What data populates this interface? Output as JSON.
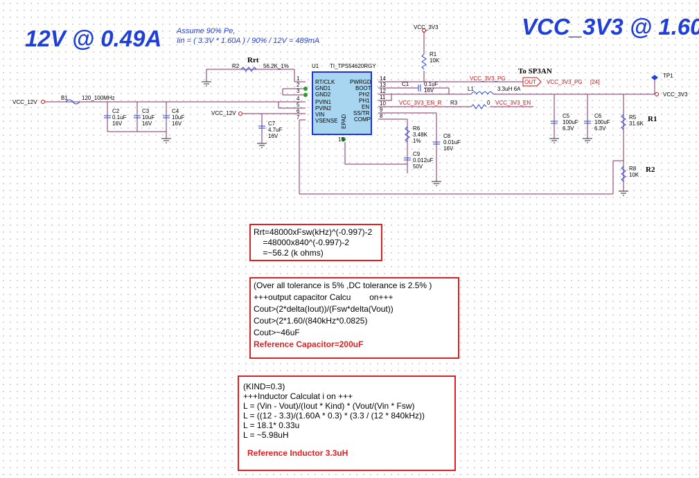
{
  "title_left": "12V @ 0.49A",
  "title_right": "VCC_3V3 @ 1.60",
  "note": {
    "line1": "Assume 90% Pe,",
    "line2": "Iin = ( 3.3V * 1.60A ) / 90% / 12V = 489mA"
  },
  "schematic": {
    "vcc12": "VCC_12V",
    "vcc3v3": "VCC_3V3",
    "vcc_12v_in": "VCC_12V",
    "vcc_3v3_top": "VCC_3V3",
    "b1": "B1",
    "b1_val": "120_100MHz",
    "rrt_tag": "Rrt",
    "r2_top": "R2",
    "r2_top_val": "56.2K_1%",
    "u1_ref": "U1",
    "u1_part": "TI_TPS54620RGY",
    "to_sp3an": "To SP3AN",
    "out_flag": "OUT",
    "pg_net": "VCC_3V3_PG",
    "pg_net2": "VCC_3V3_PG",
    "pg_page": "[24]",
    "en_net": "VCC_3V3_EN_R",
    "en_net2": "VCC_3V3_EN",
    "r3": "R3",
    "r3_val": "0",
    "tp1": "TP1",
    "c1": "C1",
    "c1_val": "0.1uF",
    "c1_v": "16V",
    "l1": "L1",
    "l1_val": "3.3uH 6A",
    "r1": "R1",
    "r1_val": "10K",
    "r5": "R5",
    "r5_val": "31.6K",
    "r5_tag": "R1",
    "r8": "R8",
    "r8_val": "10K",
    "r8_tag": "R2",
    "r6": "R6",
    "r6_val": "3.48K",
    "r6_tol": "1%",
    "c2": "C2",
    "c2_val": "0.1uF",
    "c2_v": "16V",
    "c3": "C3",
    "c3_val": "10uF",
    "c3_v": "16V",
    "c4": "C4",
    "c4_val": "10uF",
    "c4_v": "16V",
    "c5": "C5",
    "c5_val": "100uF",
    "c5_v": "6.3V",
    "c6": "C6",
    "c6_val": "100uF",
    "c6_v": "6.3V",
    "c7": "C7",
    "c7_val": "4.7uF",
    "c7_v": "16V",
    "c8": "C8",
    "c8_val": "0.01uF",
    "c8_v": "16V",
    "c9": "C9",
    "c9_val": "0.012uF",
    "c9_v": "50V",
    "epad": "EPAD",
    "pins_left": [
      {
        "num": "1",
        "name": "RT/CLK"
      },
      {
        "num": "2",
        "name": "GND1"
      },
      {
        "num": "3",
        "name": "GND2"
      },
      {
        "num": "4",
        "name": "PVIN1"
      },
      {
        "num": "5",
        "name": "PVIN2"
      },
      {
        "num": "6",
        "name": "VIN"
      },
      {
        "num": "7",
        "name": "VSENSE"
      }
    ],
    "pins_right": [
      {
        "num": "14",
        "name": "PWRGD"
      },
      {
        "num": "13",
        "name": "BOOT"
      },
      {
        "num": "12",
        "name": "PH2"
      },
      {
        "num": "11",
        "name": "PH1"
      },
      {
        "num": "10",
        "name": "EN"
      },
      {
        "num": "9",
        "name": "SS/TR"
      },
      {
        "num": "8",
        "name": "COMP"
      }
    ],
    "pin15": "15"
  },
  "box1": {
    "lines": [
      "Rrt=48000xFsw(kHz)^(-0.997)-2",
      "    =48000x840^(-0.997)-2",
      "    =~56.2 (k ohms)"
    ]
  },
  "box2": {
    "lines": [
      "(Over all tolerance is 5% ,DC tolerance is 2.5% )",
      "+++output capacitor Calcu        on+++",
      "Cout>(2*delta(Iout))/(Fsw*delta(Vout))",
      "Cout>(2*1.60/(840kHz*0.0825)",
      "Cout>~46uF"
    ],
    "ref": "Reference Capacitor=200uF"
  },
  "box3": {
    "lines": [
      "(KIND=0.3)",
      "+++Inductor Calculat i on +++",
      "L = (Vin - Vout)/(Iout * Kind) * (Vout/(Vin * Fsw)",
      "L = ((12 - 3.3)/(1.60A * 0.3) * (3.3 / (12 * 840kHz))",
      "L = 18.1* 0.33u",
      "L = ~5.98uH"
    ],
    "ref": "Reference Inductor 3.3uH"
  },
  "colors": {
    "title_blue": "#1f3fd8",
    "wire": "#8a2a6a",
    "ic_border": "#2030e0",
    "ic_fill": "#a8d6f0",
    "box_border": "#e02020",
    "net_red": "#d01010",
    "green_pin": "#2a9a2a"
  }
}
